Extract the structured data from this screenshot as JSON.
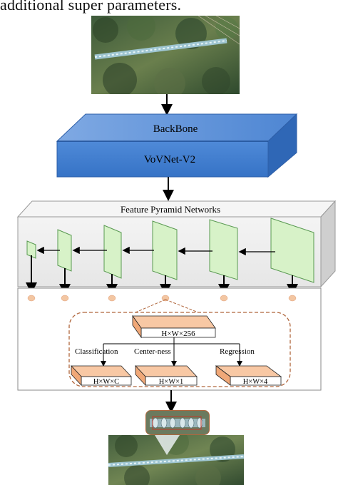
{
  "caption": {
    "top_text": "additional super parameters."
  },
  "backbone": {
    "title": "BackBone",
    "subtitle": "VoVNet-V2",
    "color_top": "#5b8fd6",
    "color_front": "#3f7fd1"
  },
  "fpn": {
    "title": "Feature Pyramid Networks",
    "plane_color": "#d6f2c8",
    "plane_stroke": "#5a9a52"
  },
  "head": {
    "top_block": "H×W×256",
    "branches": [
      {
        "label": "Classification",
        "block": "H×W×C"
      },
      {
        "label": "Center-ness",
        "block": "H×W×1"
      },
      {
        "label": "Regression",
        "block": "H×W×4"
      }
    ],
    "block_color": "#f6b98d",
    "dashed_color": "#b0663c",
    "node_color": "#f3c6a2"
  },
  "icons": {
    "arrow": "arrow-down-icon",
    "photo": "insulator-photo"
  }
}
